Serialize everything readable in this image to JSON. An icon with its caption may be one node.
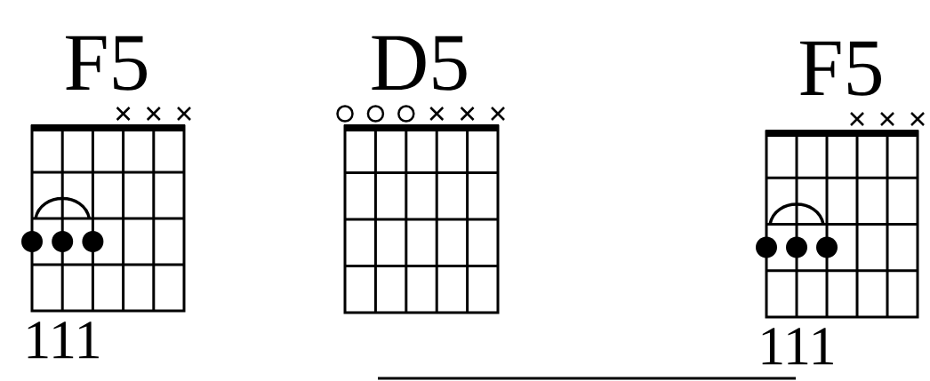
{
  "diagram": {
    "nodes": [
      {
        "text": [
          "F5"
        ],
        "beside": [
          "111"
        ]
      },
      {
        "text": [
          "D5"
        ]
      },
      {
        "text": [
          "F5"
        ],
        "beside": [
          "111"
        ]
      }
    ]
  }
}
